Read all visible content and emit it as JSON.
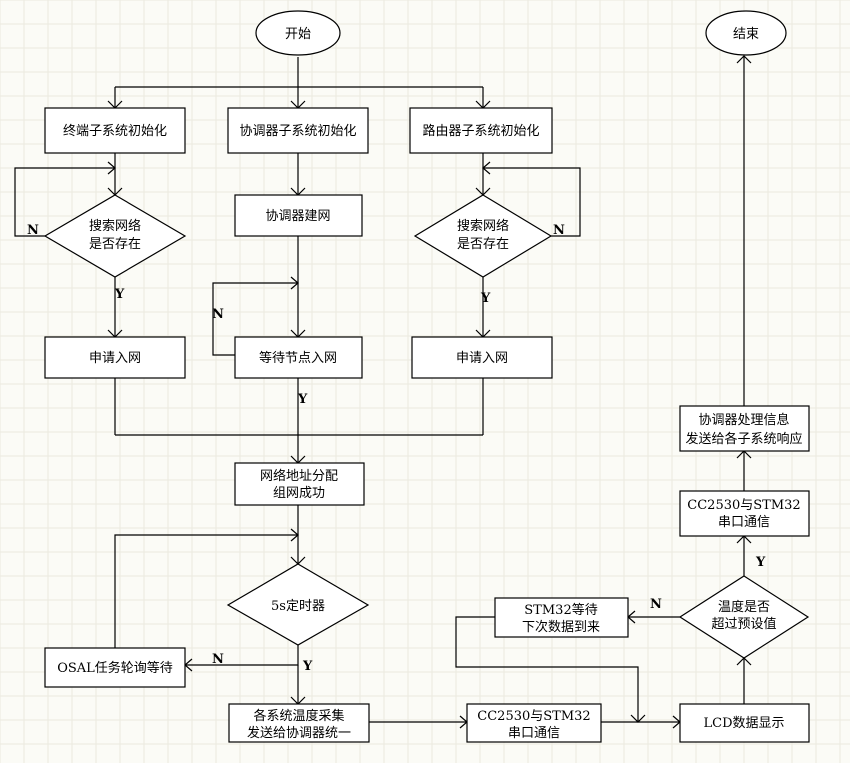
{
  "nodes": {
    "start": "开始",
    "end": "结束",
    "terminal_init": "终端子系统初始化",
    "coord_init": "协调器子系统初始化",
    "router_init": "路由器子系统初始化",
    "search_left_1": "搜索网络",
    "search_left_2": "是否存在",
    "coord_build": "协调器建网",
    "search_right_1": "搜索网络",
    "search_right_2": "是否存在",
    "join_left": "申请入网",
    "wait_nodes": "等待节点入网",
    "join_right": "申请入网",
    "addr_1": "网络地址分配",
    "addr_2": "组网成功",
    "timer": "5s定时器",
    "osal_wait": "OSAL任务轮询等待",
    "collect_1": "各系统温度采集",
    "collect_2": "发送给协调器统一",
    "serial_a_1": "CC2530与STM32",
    "serial_a_2": "串口通信",
    "lcd": "LCD数据显示",
    "stm32_wait_1": "STM32等待",
    "stm32_wait_2": "下次数据到来",
    "temp_check_1": "温度是否",
    "temp_check_2": "超过预设值",
    "serial_b_1": "CC2530与STM32",
    "serial_b_2": "串口通信",
    "coord_proc_1": "协调器处理信息",
    "coord_proc_2": "发送给各子系统响应"
  },
  "edge_labels": {
    "n_left": "N",
    "y_left": "Y",
    "n_coord": "N",
    "y_coord": "Y",
    "n_right": "N",
    "y_right": "Y",
    "n_timer": "N",
    "y_timer": "Y",
    "n_temp": "N",
    "y_temp": "Y"
  }
}
